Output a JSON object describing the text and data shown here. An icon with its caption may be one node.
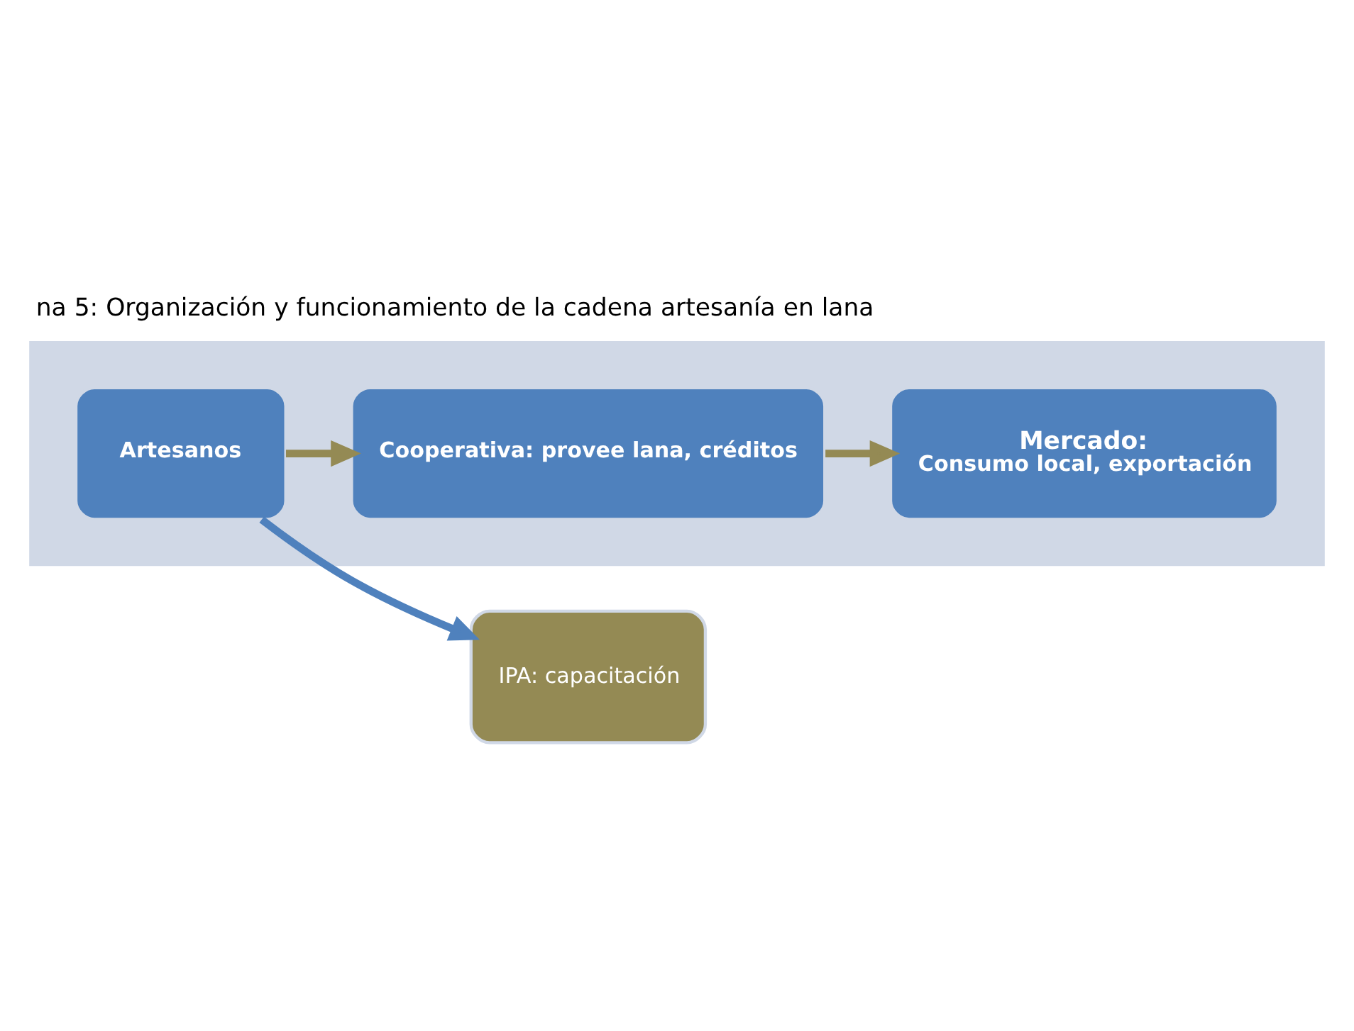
{
  "diagram": {
    "title": "na 5: Organización y funcionamiento de la cadena artesanía en lana",
    "nodes": [
      {
        "text": [],
        "shape": "arrow"
      },
      {
        "text": [
          "Artesanos"
        ],
        "in": 0
      },
      {
        "text": [
          "Cooperativa: provee lana, créditos"
        ],
        "in": 0
      },
      {
        "text": [
          "Mercado:",
          "Consumo local, exportación"
        ],
        "in": 0
      },
      {
        "text": [
          "IPA: capacitación"
        ]
      }
    ],
    "edges": [
      {
        "from": 1,
        "to": 2,
        "arrow": "to",
        "color": "#948a54"
      },
      {
        "from": 2,
        "to": 3,
        "arrow": "to",
        "color": "#948a54"
      },
      {
        "from": 1,
        "to": 4,
        "arrow": "to",
        "color": "#4f81bd"
      }
    ]
  }
}
